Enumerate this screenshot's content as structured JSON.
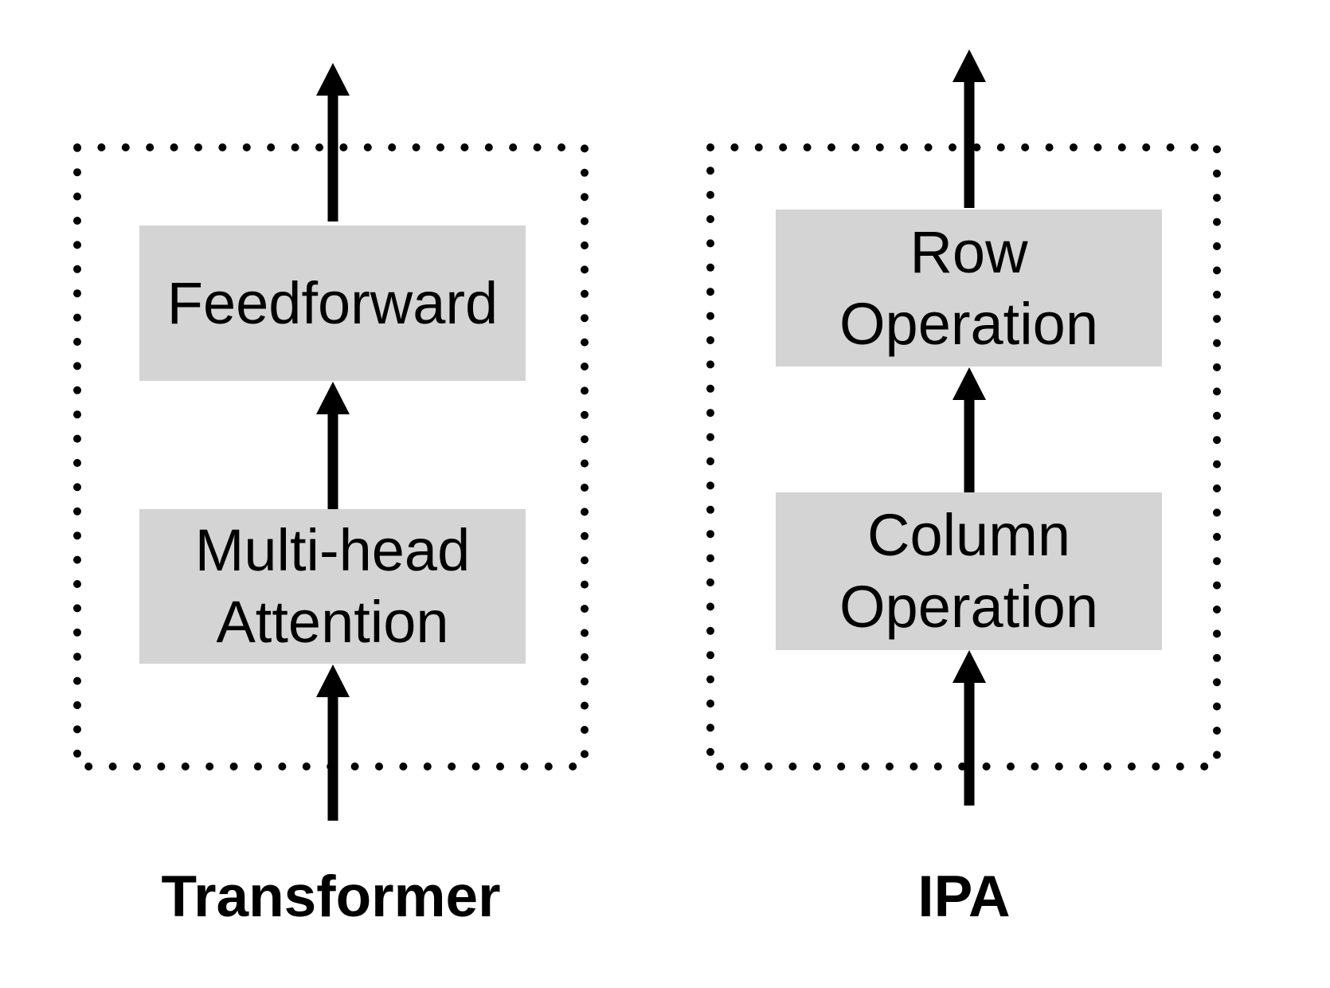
{
  "diagram": {
    "colors": {
      "background": "#ffffff",
      "block_fill": "#d4d4d4",
      "line": "#000000"
    },
    "panels": [
      {
        "id": "transformer",
        "caption": "Transformer",
        "blocks": [
          {
            "id": "feedforward",
            "lines": [
              "Feedforward"
            ]
          },
          {
            "id": "multi-head-attention",
            "lines": [
              "Multi-head",
              "Attention"
            ]
          }
        ]
      },
      {
        "id": "ipa",
        "caption": "IPA",
        "blocks": [
          {
            "id": "row-operation",
            "lines": [
              "Row",
              "Operation"
            ]
          },
          {
            "id": "column-operation",
            "lines": [
              "Column",
              "Operation"
            ]
          }
        ]
      }
    ]
  }
}
